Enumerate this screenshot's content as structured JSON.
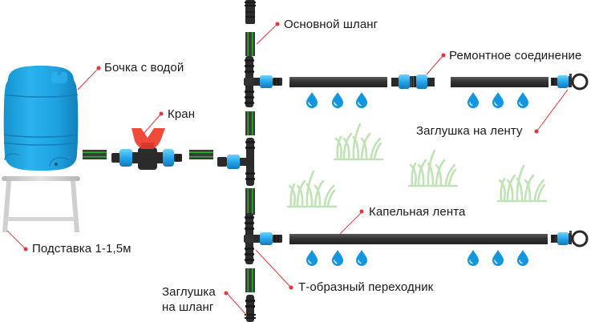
{
  "labels": {
    "barrel": "Бочка с водой",
    "valve": "Кран",
    "stand": "Подставка 1-1,5м",
    "main_hose": "Основной шланг",
    "repair_connector": "Ремонтное соединение",
    "tape_plug": "Заглушка на ленту",
    "drip_tape": "Капельная лента",
    "tee_adapter": "Т-образный переходник",
    "hose_plug_line1": "Заглушка",
    "hose_plug_line2": "на шланг"
  },
  "colors": {
    "barrel_blue": "#1aa0dc",
    "fitting_blue": "#2fa8e8",
    "valve_red": "#f04a3a",
    "hose_dark": "#3a3a3a",
    "hose_stripe": "#22b422",
    "tape_dark": "#3d3d3d",
    "drop_blue": "#1296e0",
    "grass_green": "#bfe3b4",
    "leader_red": "#e8333c",
    "stand_gray": "#c8c8c8"
  },
  "icons": {
    "drop": "water-drop-icon",
    "grass": "grass-icon"
  }
}
